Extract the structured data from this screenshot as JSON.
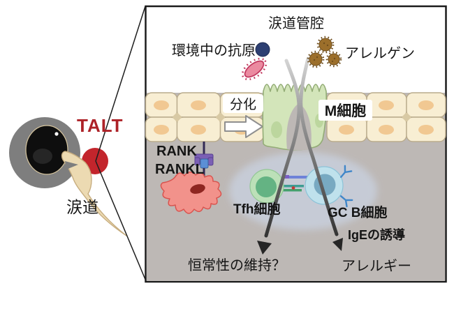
{
  "figure_type": "scientific-diagram",
  "left_panel": {
    "talt_label": "TALT",
    "lacrimal_duct_label": "涙道"
  },
  "magnified_panel": {
    "duct_lumen_label": "涙道管腔",
    "environmental_antigen_label": "環境中の抗原",
    "allergen_label": "アレルゲン",
    "differentiation_label": "分化",
    "m_cell_label": "M細胞",
    "rank_label": "RANK",
    "rankl_label": "RANKL",
    "tfh_cell_label": "Tfh細胞",
    "gc_b_cell_label": "GC B細胞",
    "ige_induction_label": "IgEの誘導",
    "allergy_outcome_label": "アレルギー",
    "homeostasis_outcome_label": "恒常性の維持？"
  },
  "colors": {
    "talt_red": "#c3252c",
    "talt_text_red": "#ad2127",
    "epithelium_cream": "#f8eed3",
    "nucleus_orange": "#f1c892",
    "cell_border_tan": "#b9ab8c",
    "m_cell_green": "#d3e5ba",
    "m_cell_nucleus_green": "#bcd69e",
    "tissue_gray": "#bdb8b5",
    "germinal_center_blue": "#c7cdd9",
    "tfh_green": "#bce0b8",
    "tfh_nucleus_green": "#64b383",
    "gc_b_blue": "#bfe1ec",
    "gc_b_nucleus_blue": "#78a9c1",
    "stromal_pink": "#f2928b",
    "stromal_nucleus_red": "#8e2621",
    "antigen_navy": "#2d3f72",
    "bacteria_pink": "#eb8aa0",
    "allergen_brown": "#9c6f2b",
    "rank_purple": "#7b5fb5",
    "rankl_blue": "#5b8fd6",
    "eye_gray": "#7e7e7e",
    "duct_tan": "#ecdab2"
  }
}
